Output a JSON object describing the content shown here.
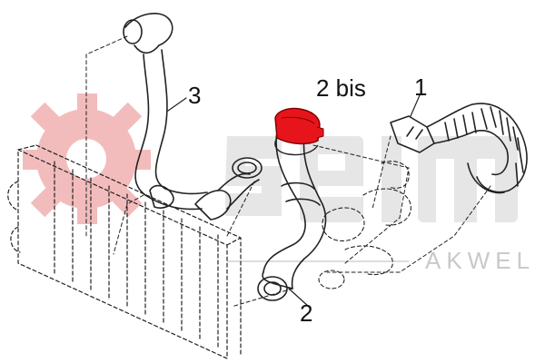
{
  "diagram": {
    "callouts": [
      {
        "id": "1",
        "label": "1"
      },
      {
        "id": "2bis",
        "label": "2 bis"
      },
      {
        "id": "2",
        "label": "2"
      },
      {
        "id": "3",
        "label": "3"
      }
    ],
    "watermark": {
      "brand_text": "AKWEL"
    },
    "colors": {
      "background": "#ffffff",
      "line": "#222222",
      "watermark": "#f2b8b8",
      "highlight": "#e8141c"
    }
  }
}
